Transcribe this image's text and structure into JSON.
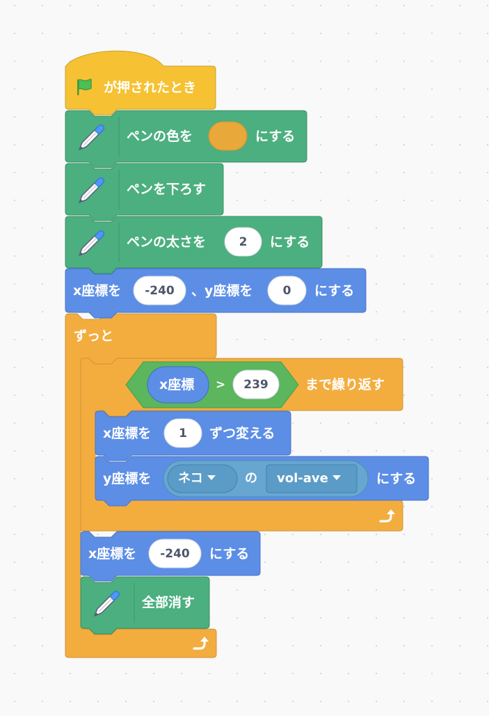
{
  "script": {
    "hat": {
      "label": "が押されたとき",
      "icon": "green-flag-icon"
    },
    "pen_color": {
      "label": "ペンの色を",
      "suffix": "にする",
      "color": "#e8a83a",
      "icon": "pen-icon"
    },
    "pen_down": {
      "label": "ペンを下ろす",
      "icon": "pen-icon"
    },
    "pen_size": {
      "label": "ペンの太さを",
      "value": "2",
      "suffix": "にする",
      "icon": "pen-icon"
    },
    "go_to_xy": {
      "x_label": "x座標を",
      "x_value": "-240",
      "y_label": "、y座標を",
      "y_value": "0",
      "suffix": "にする"
    },
    "forever": {
      "label": "ずっと",
      "loop_icon": "loop-arrow-icon"
    },
    "repeat_until": {
      "condition": {
        "reporter": "x座標",
        "operator": ">",
        "value": "239"
      },
      "label": "まで繰り返す",
      "loop_icon": "loop-arrow-icon"
    },
    "change_x": {
      "label": "x座標を",
      "value": "1",
      "suffix": "ずつ変える"
    },
    "set_y": {
      "label": "y座標を",
      "sensing": {
        "object": "ネコ",
        "of": "の",
        "property": "vol-ave"
      },
      "suffix": "にする"
    },
    "set_x": {
      "label": "x座標を",
      "value": "-240",
      "suffix": "にする"
    },
    "clear": {
      "label": "全部消す",
      "icon": "pen-icon"
    }
  },
  "colors": {
    "event": "#f6c233",
    "pen": "#4caf7f",
    "motion": "#5c8ee6",
    "control": "#f3ad3f",
    "sensing": "#5b9bc7",
    "operator": "#5bb65e"
  }
}
